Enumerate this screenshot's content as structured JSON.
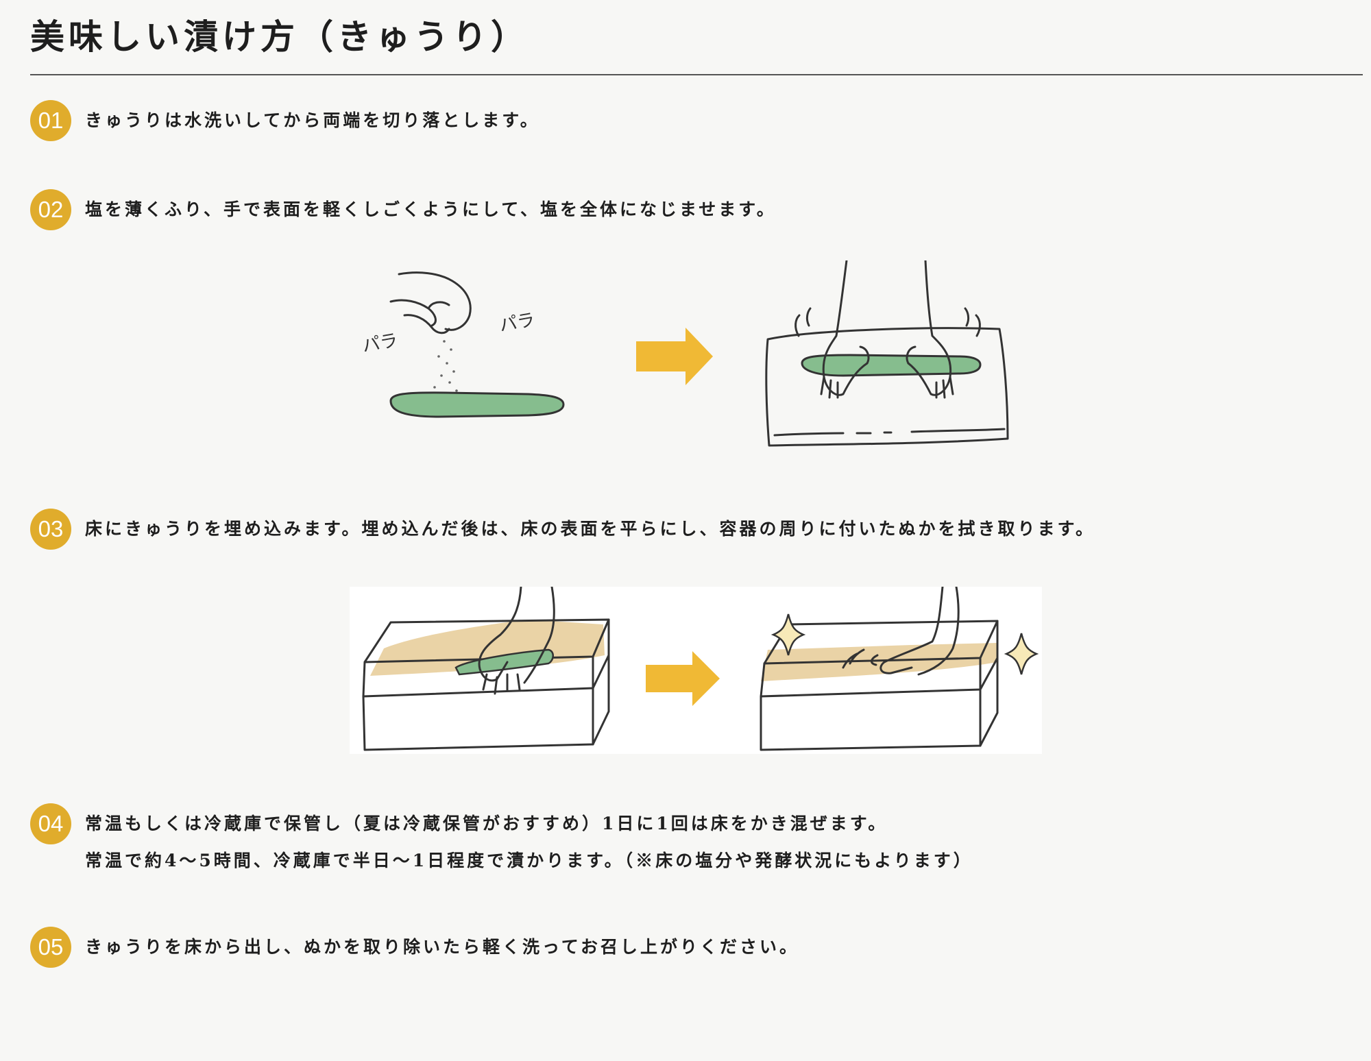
{
  "title": "美味しい漬け方（きゅうり）",
  "steps": [
    {
      "num": "01",
      "text": "きゅうりは水洗いしてから両端を切り落とします。"
    },
    {
      "num": "02",
      "text": "塩を薄くふり、手で表面を軽くしごくようにして、塩を全体になじませます。"
    },
    {
      "num": "03",
      "text": "床にきゅうりを埋め込みます。埋め込んだ後は、床の表面を平らにし、容器の周りに付いたぬかを拭き取ります。"
    },
    {
      "num": "04",
      "text": "常温もしくは冷蔵庫で保管し（夏は冷蔵保管がおすすめ）1日に1回は床をかき混ぜます。",
      "text2": "常温で約4～5時間、冷蔵庫で半日～1日程度で漬かります。（※床の塩分や発酵状況にもよります）"
    },
    {
      "num": "05",
      "text": "きゅうりを床から出し、ぬかを取り除いたら軽く洗ってお召し上がりください。"
    }
  ],
  "illustration_text": {
    "sprinkle_1": "パラ",
    "sprinkle_2": "パラ"
  },
  "colors": {
    "badge": "#e0ac2c",
    "arrow": "#f0b935",
    "cucumber": "#7fb98a",
    "bran": "#e6c99a"
  }
}
